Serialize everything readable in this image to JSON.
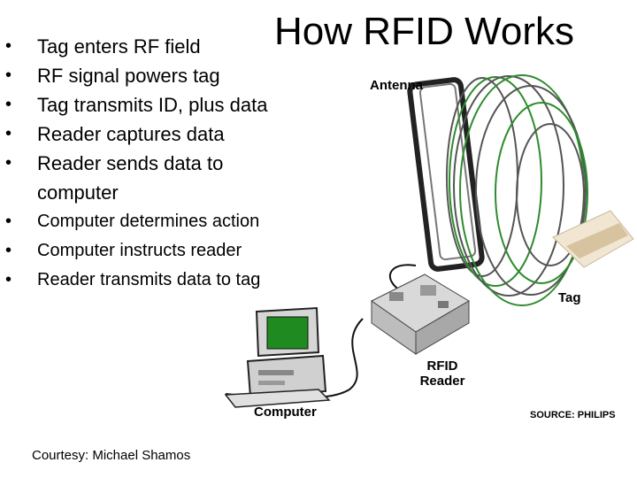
{
  "title": "How RFID Works",
  "bullets": [
    "Tag enters RF field",
    "RF signal powers tag",
    "Tag transmits ID, plus data",
    "Reader captures data",
    "Reader sends data to computer",
    "Computer determines action",
    "Computer instructs reader",
    "Reader transmits data to tag"
  ],
  "labels": {
    "antenna": "Antenna",
    "tag": "Tag",
    "reader_line1": "RFID",
    "reader_line2": "Reader",
    "computer": "Computer"
  },
  "source": "SOURCE: PHILIPS",
  "courtesy": "Courtesy: Michael Shamos",
  "colors": {
    "field_green": "#2e8b2e",
    "field_gray": "#555555",
    "screen_green": "#1f8a1f"
  }
}
